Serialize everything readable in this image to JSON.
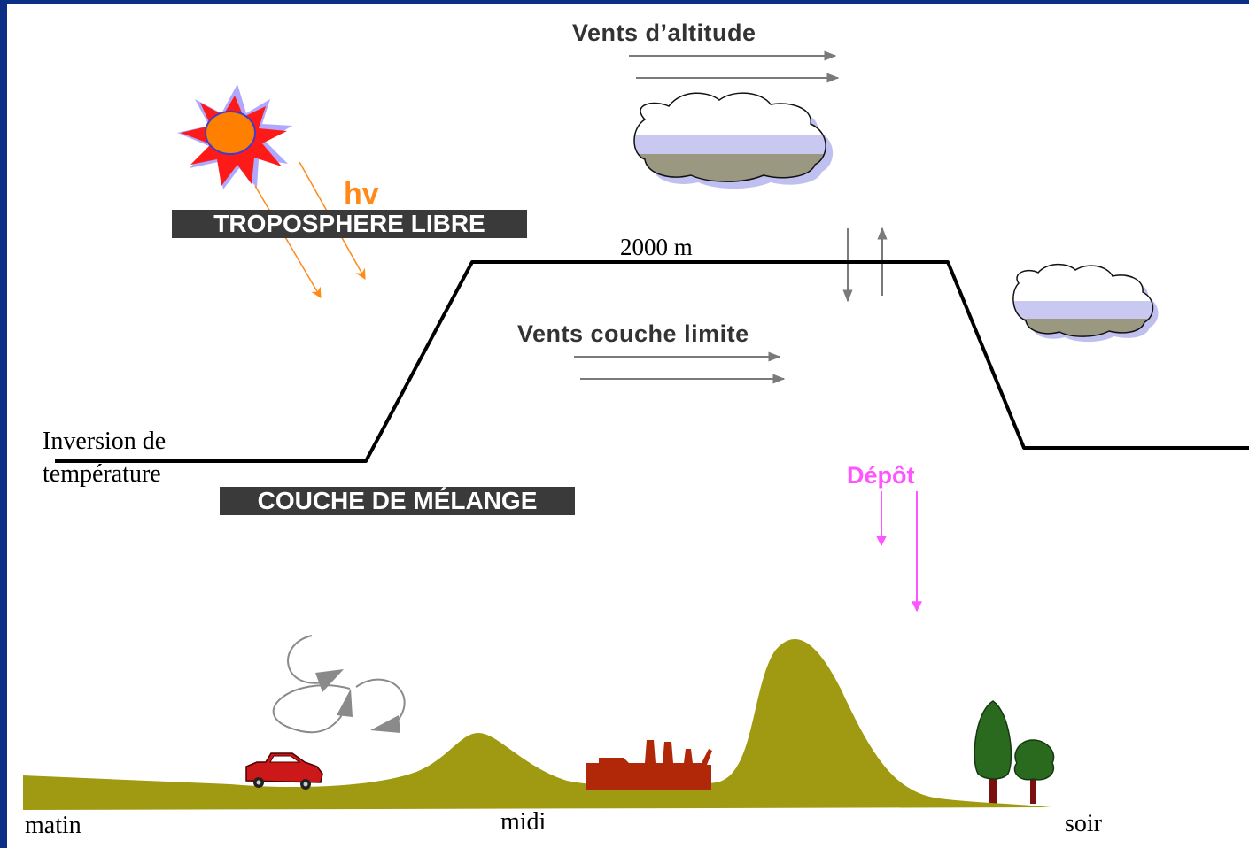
{
  "labels": {
    "winds_altitude": "Vents d’altitude",
    "winds_boundary": "Vents couche limite",
    "hv": "hv",
    "free_troposphere": "TROPOSPHERE LIBRE",
    "altitude_2000": "2000 m",
    "inversion_line1": "Inversion de",
    "inversion_line2": "température",
    "mixing_layer": "COUCHE DE MÉLANGE",
    "deposit": "Dépôt",
    "morning": "matin",
    "noon": "midi",
    "evening": "soir"
  },
  "colors": {
    "background": "#0b2f86",
    "ground": "#a09a12",
    "factory": "#b02808",
    "car": "#cc1818",
    "sun_core": "#ff8000",
    "sun_rays": "#ff1a1a",
    "sun_halo": "#b0a8ff",
    "uv_arrows": "#ff8a1a",
    "deposit": "#ff55ff",
    "tree_leaves": "#2a6a1e",
    "tree_trunk": "#7a1010",
    "cloud_top": "#c8c8f0",
    "cloud_bottom": "#9a9880",
    "wind_arrows": "#7a7a7a"
  }
}
